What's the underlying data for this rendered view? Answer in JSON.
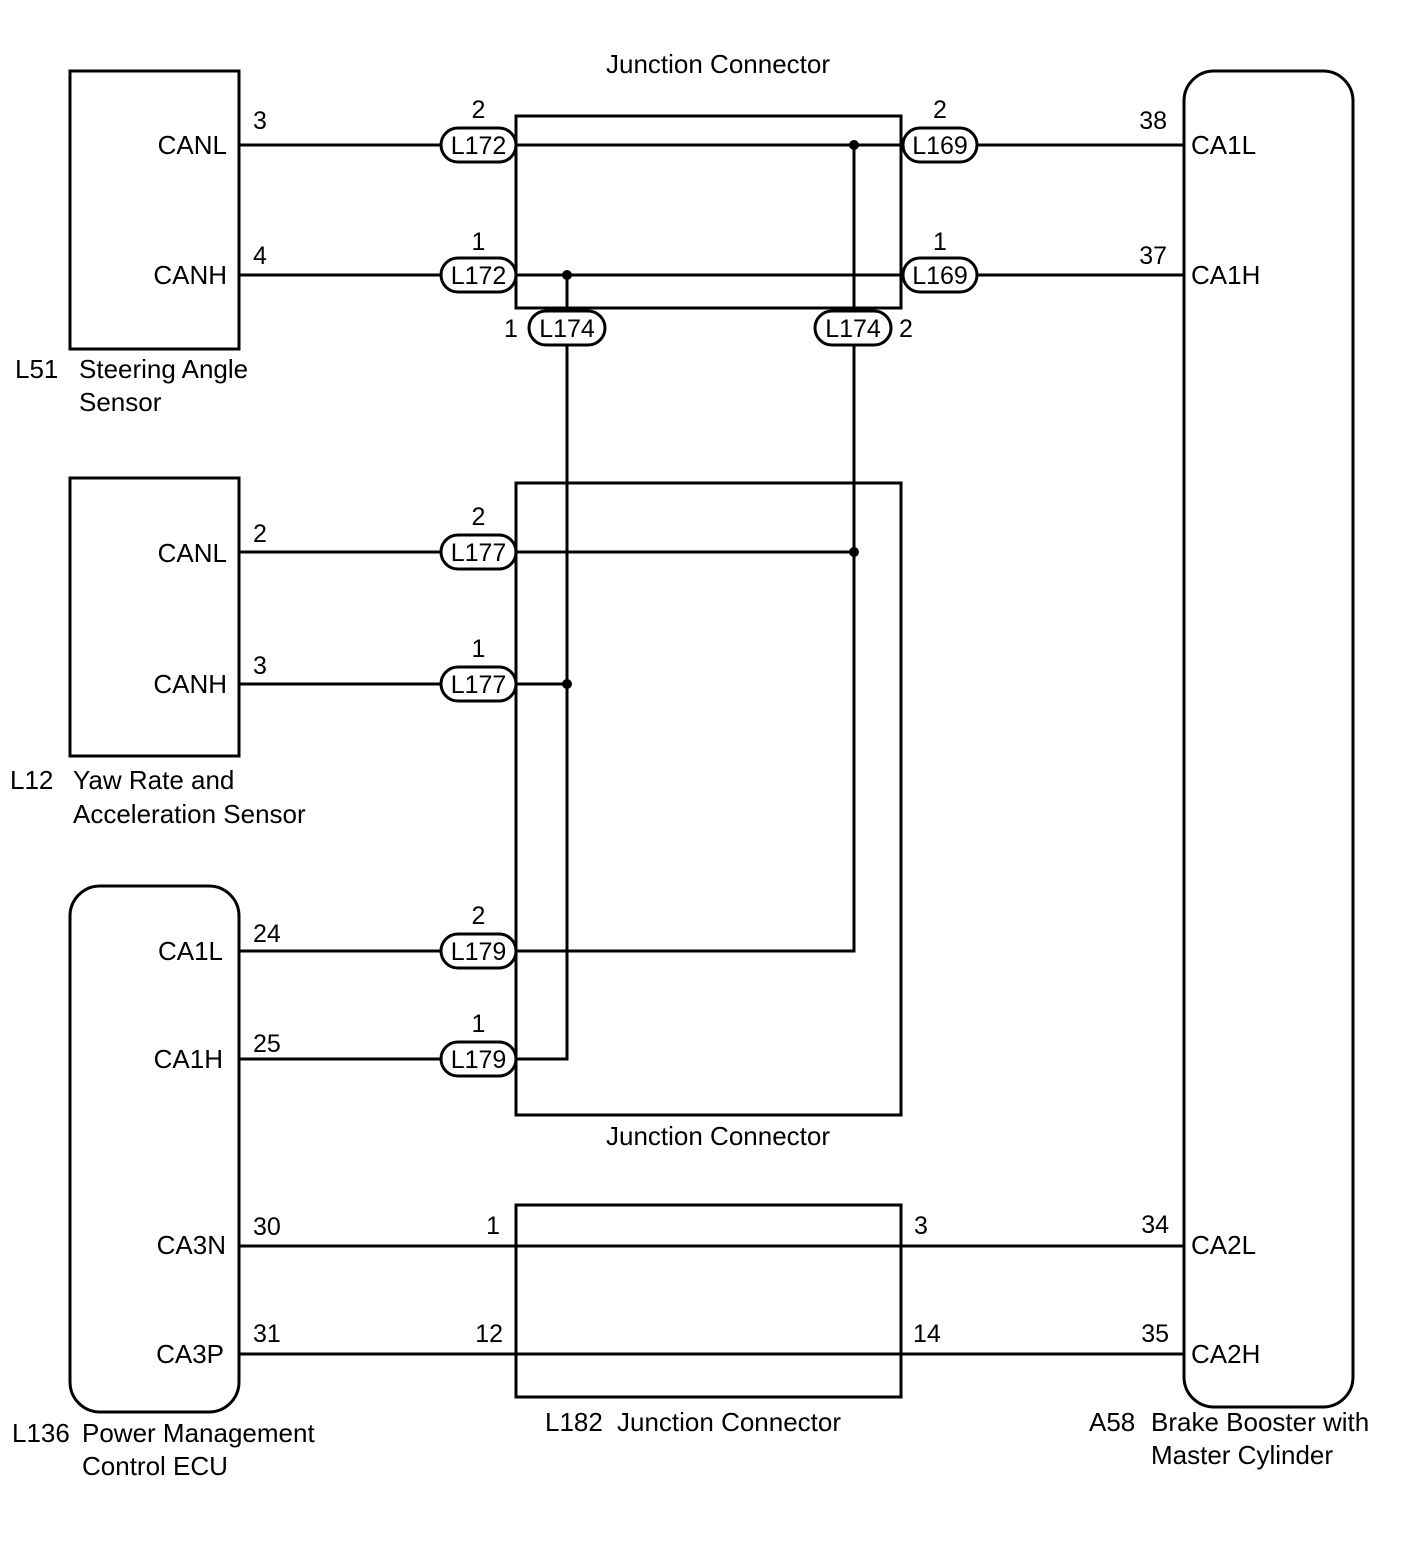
{
  "components": {
    "steering": {
      "code": "L51",
      "name_line1": "Steering Angle",
      "name_line2": "Sensor",
      "pins": [
        {
          "name": "CANL",
          "number": "3"
        },
        {
          "name": "CANH",
          "number": "4"
        }
      ]
    },
    "yaw": {
      "code": "L12",
      "name_line1": "Yaw Rate and",
      "name_line2": "Acceleration Sensor",
      "pins": [
        {
          "name": "CANL",
          "number": "2"
        },
        {
          "name": "CANH",
          "number": "3"
        }
      ]
    },
    "ecu": {
      "code": "L136",
      "name_line1": "Power Management",
      "name_line2": "Control ECU",
      "pins": [
        {
          "name": "CA1L",
          "number": "24"
        },
        {
          "name": "CA1H",
          "number": "25"
        },
        {
          "name": "CA3N",
          "number": "30"
        },
        {
          "name": "CA3P",
          "number": "31"
        }
      ]
    },
    "brake": {
      "code": "A58",
      "name_line1": "Brake Booster with",
      "name_line2": "Master Cylinder",
      "pins": [
        {
          "name": "CA1L",
          "number": "38"
        },
        {
          "name": "CA1H",
          "number": "37"
        },
        {
          "name": "CA2L",
          "number": "34"
        },
        {
          "name": "CA2H",
          "number": "35"
        }
      ]
    }
  },
  "junctions": {
    "top": {
      "label": "Junction Connector",
      "connectors": [
        {
          "code": "L172",
          "pin": "2"
        },
        {
          "code": "L172",
          "pin": "1"
        },
        {
          "code": "L169",
          "pin": "2"
        },
        {
          "code": "L169",
          "pin": "1"
        },
        {
          "code": "L174",
          "pin": "1"
        },
        {
          "code": "L174",
          "pin": "2"
        }
      ]
    },
    "middle": {
      "label": "Junction Connector",
      "connectors": [
        {
          "code": "L177",
          "pin": "2"
        },
        {
          "code": "L177",
          "pin": "1"
        },
        {
          "code": "L179",
          "pin": "2"
        },
        {
          "code": "L179",
          "pin": "1"
        }
      ]
    },
    "bottom": {
      "code": "L182",
      "label": "Junction Connector",
      "pins": [
        "1",
        "12",
        "3",
        "14"
      ]
    }
  }
}
